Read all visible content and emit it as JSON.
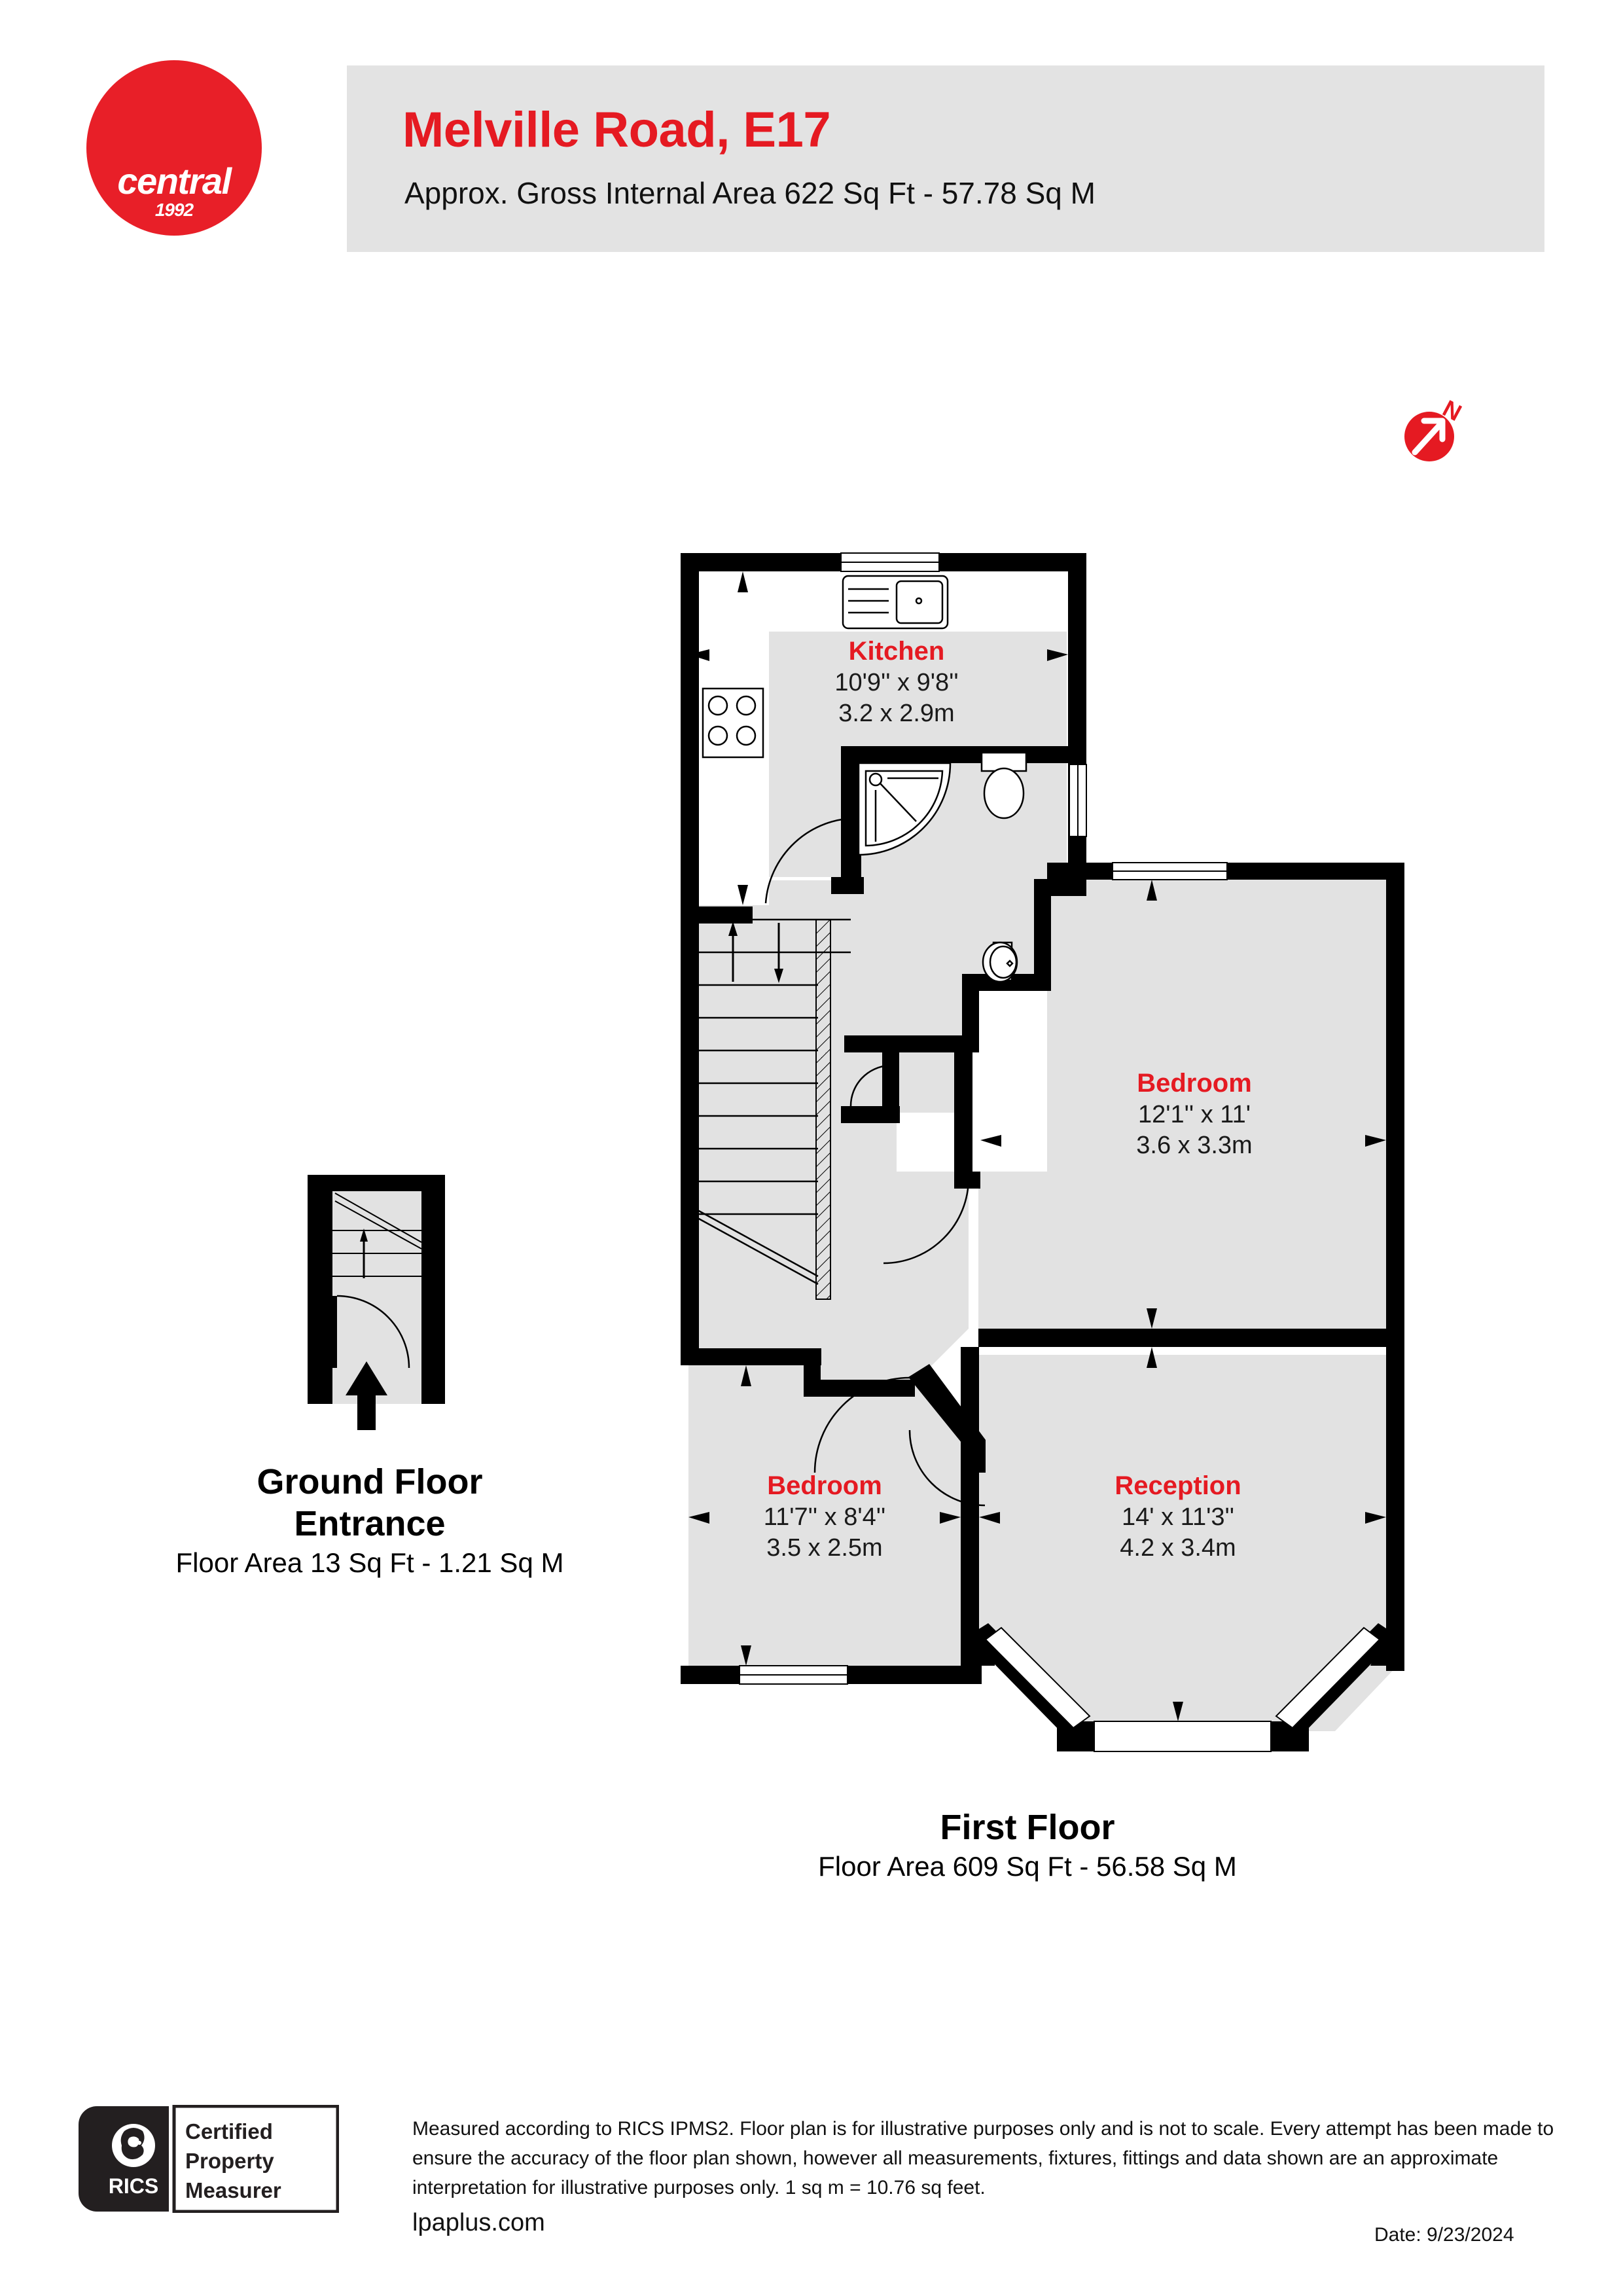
{
  "header": {
    "title": "Melville Road, E17",
    "subtitle": "Approx. Gross Internal Area 622 Sq Ft - 57.78 Sq M",
    "accent_color": "#e51a22",
    "band_color": "#e3e3e3"
  },
  "logo": {
    "word": "central",
    "year": "1992",
    "shape": "circle",
    "color": "#e81f28"
  },
  "compass": {
    "label": "N",
    "icon": "north-arrow-icon",
    "color": "#e51a22"
  },
  "floors": [
    {
      "id": "ground",
      "title": "Ground Floor",
      "subtitle": "Entrance",
      "area": "Floor Area 13 Sq Ft - 1.21 Sq M"
    },
    {
      "id": "first",
      "title": "First Floor",
      "subtitle": "",
      "area": "Floor Area 609 Sq Ft - 56.58 Sq M"
    }
  ],
  "rooms": [
    {
      "name": "Kitchen",
      "imperial": "10'9'' x 9'8''",
      "metric": "3.2 x 2.9m"
    },
    {
      "name": "Bedroom",
      "imperial": "12'1'' x 11'",
      "metric": "3.6 x 3.3m"
    },
    {
      "name": "Bedroom",
      "imperial": "11'7'' x 8'4''",
      "metric": "3.5 x 2.5m"
    },
    {
      "name": "Reception",
      "imperial": "14' x 11'3''",
      "metric": "4.2 x 3.4m"
    }
  ],
  "fixtures": [
    "kitchen-sink",
    "kitchen-hob",
    "shower-enclosure",
    "toilet",
    "wash-basin",
    "staircase",
    "entrance-door-arrow"
  ],
  "footer": {
    "badge_lines": [
      "Certified",
      "Property",
      "Measurer"
    ],
    "badge_mark": "RICS",
    "disclaimer": "Measured according to RICS IPMS2. Floor plan is for illustrative purposes only and is not to scale. Every attempt has been made to ensure the accuracy of the floor plan shown, however all measurements, fixtures, fittings and data shown are an approximate interpretation for illustrative purposes only. 1 sq m = 10.76 sq feet.",
    "website": "lpaplus.com",
    "date": "Date: 9/23/2024"
  },
  "style": {
    "wall_color": "#000000",
    "floor_fill": "#e2e2e2",
    "window_fill": "#ffffff"
  }
}
